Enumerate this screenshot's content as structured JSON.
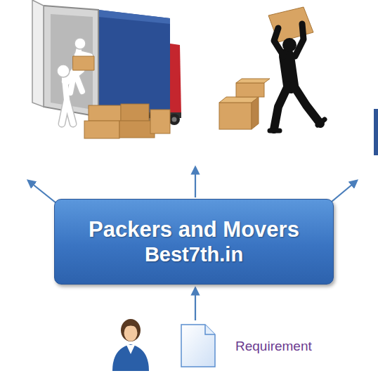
{
  "diagram": {
    "nodes": [
      {
        "text": [
          "Packers and Movers",
          "Best7th.in"
        ]
      }
    ],
    "labels": [
      "Requirement"
    ]
  }
}
